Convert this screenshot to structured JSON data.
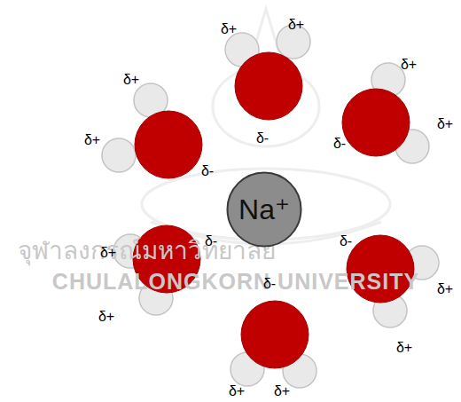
{
  "diagram": {
    "nodes": [
      {
        "text": [
          "Na⁺"
        ]
      }
    ],
    "labels": [
      "δ+",
      "δ+",
      "δ+",
      "δ+",
      "δ+",
      "δ+",
      "δ-",
      "δ-",
      "δ-",
      "δ-",
      "δ-",
      "δ+",
      "δ-",
      "δ+",
      "δ+",
      "δ+",
      "δ+",
      "δ+",
      "จุฬาลงกรณ์มหาวิทยาลัย",
      "CHULALONGKORN UNIVERSITY"
    ]
  }
}
